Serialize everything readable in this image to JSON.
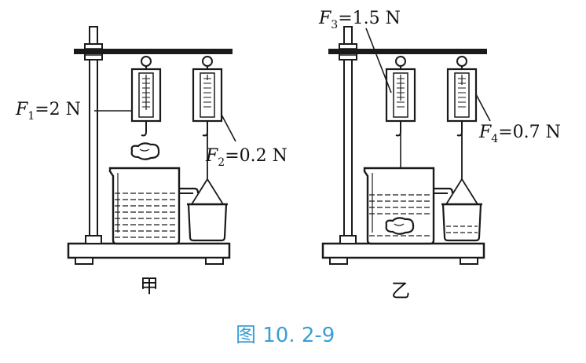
{
  "figure": {
    "caption": "图 10. 2-9",
    "panels": [
      {
        "id": "jia",
        "label": "甲",
        "left_scale": {
          "force_symbol": "F",
          "force_sub": "1",
          "value_text": "=2 N"
        },
        "right_scale": {
          "force_symbol": "F",
          "force_sub": "2",
          "value_text": "=0.2 N"
        }
      },
      {
        "id": "yi",
        "label": "乙",
        "left_scale": {
          "force_symbol": "F",
          "force_sub": "3",
          "value_text": "=1.5 N"
        },
        "right_scale": {
          "force_symbol": "F",
          "force_sub": "4",
          "value_text": "=0.7 N"
        }
      }
    ]
  }
}
